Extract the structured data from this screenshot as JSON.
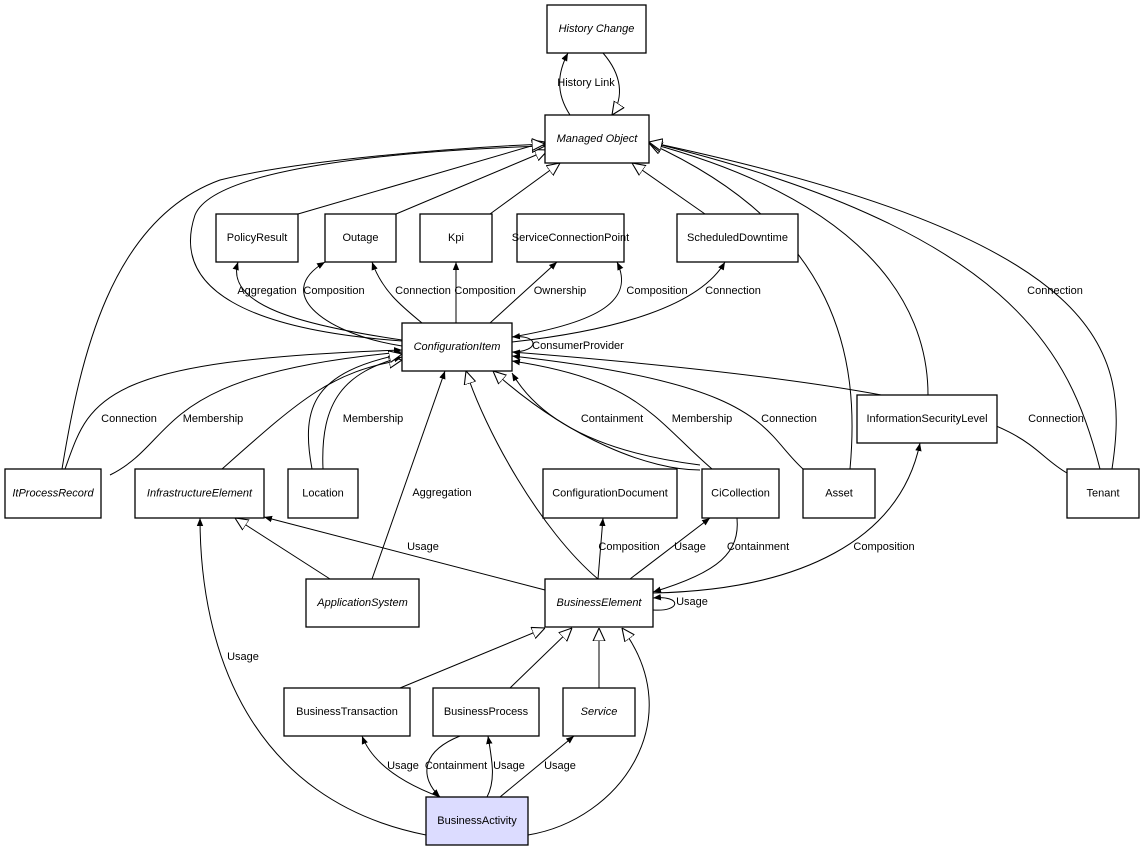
{
  "colors": {
    "highlight_fill": "#dcdcff",
    "line": "#000000",
    "box_fill": "#ffffff"
  },
  "nodes": [
    {
      "id": "HistoryChange",
      "label": "History Change",
      "italic": true
    },
    {
      "id": "ManagedObject",
      "label": "Managed Object",
      "italic": true
    },
    {
      "id": "PolicyResult",
      "label": "PolicyResult",
      "italic": false
    },
    {
      "id": "Outage",
      "label": "Outage",
      "italic": false
    },
    {
      "id": "Kpi",
      "label": "Kpi",
      "italic": false
    },
    {
      "id": "ServiceConnectionPoint",
      "label": "ServiceConnectionPoint",
      "italic": false
    },
    {
      "id": "ScheduledDowntime",
      "label": "ScheduledDowntime",
      "italic": false
    },
    {
      "id": "ConfigurationItem",
      "label": "ConfigurationItem",
      "italic": true
    },
    {
      "id": "ItProcessRecord",
      "label": "ItProcessRecord",
      "italic": true
    },
    {
      "id": "InfrastructureElement",
      "label": "InfrastructureElement",
      "italic": true
    },
    {
      "id": "Location",
      "label": "Location",
      "italic": false
    },
    {
      "id": "ConfigurationDocument",
      "label": "ConfigurationDocument",
      "italic": false
    },
    {
      "id": "CiCollection",
      "label": "CiCollection",
      "italic": false
    },
    {
      "id": "Asset",
      "label": "Asset",
      "italic": false
    },
    {
      "id": "InformationSecurityLevel",
      "label": "InformationSecurityLevel",
      "italic": false
    },
    {
      "id": "Tenant",
      "label": "Tenant",
      "italic": false
    },
    {
      "id": "ApplicationSystem",
      "label": "ApplicationSystem",
      "italic": true
    },
    {
      "id": "BusinessElement",
      "label": "BusinessElement",
      "italic": true
    },
    {
      "id": "BusinessTransaction",
      "label": "BusinessTransaction",
      "italic": false
    },
    {
      "id": "BusinessProcess",
      "label": "BusinessProcess",
      "italic": false
    },
    {
      "id": "Service",
      "label": "Service",
      "italic": true
    },
    {
      "id": "BusinessActivity",
      "label": "BusinessActivity",
      "italic": false,
      "highlighted": true
    }
  ],
  "edges": [
    {
      "from": "ManagedObject",
      "to": "HistoryChange",
      "label": "History Link",
      "kind": "association"
    },
    {
      "from": "HistoryChange",
      "to": "ManagedObject",
      "label": "",
      "kind": "generalization"
    },
    {
      "from": "PolicyResult",
      "to": "ManagedObject",
      "label": "",
      "kind": "generalization"
    },
    {
      "from": "Outage",
      "to": "ManagedObject",
      "label": "",
      "kind": "generalization"
    },
    {
      "from": "Kpi",
      "to": "ManagedObject",
      "label": "",
      "kind": "generalization"
    },
    {
      "from": "ScheduledDowntime",
      "to": "ManagedObject",
      "label": "",
      "kind": "generalization"
    },
    {
      "from": "ConfigurationItem",
      "to": "ManagedObject",
      "label": "",
      "kind": "generalization"
    },
    {
      "from": "ItProcessRecord",
      "to": "ManagedObject",
      "label": "",
      "kind": "generalization"
    },
    {
      "from": "Asset",
      "to": "ManagedObject",
      "label": "",
      "kind": "generalization"
    },
    {
      "from": "InformationSecurityLevel",
      "to": "ManagedObject",
      "label": "",
      "kind": "generalization"
    },
    {
      "from": "Tenant",
      "to": "ManagedObject",
      "label": "Connection",
      "kind": "association"
    },
    {
      "from": "Tenant",
      "to": "ManagedObject",
      "label": "",
      "kind": "generalization"
    },
    {
      "from": "ConfigurationItem",
      "to": "PolicyResult",
      "label": "Aggregation",
      "kind": "association"
    },
    {
      "from": "ConfigurationItem",
      "to": "Outage",
      "label": "Composition",
      "kind": "association"
    },
    {
      "from": "ConfigurationItem",
      "to": "Outage",
      "label": "Connection",
      "kind": "association"
    },
    {
      "from": "ConfigurationItem",
      "to": "Kpi",
      "label": "Composition",
      "kind": "association"
    },
    {
      "from": "ConfigurationItem",
      "to": "ServiceConnectionPoint",
      "label": "Ownership",
      "kind": "association"
    },
    {
      "from": "ConfigurationItem",
      "to": "ServiceConnectionPoint",
      "label": "Composition",
      "kind": "association"
    },
    {
      "from": "ConfigurationItem",
      "to": "ScheduledDowntime",
      "label": "Connection",
      "kind": "association"
    },
    {
      "from": "ConfigurationItem",
      "to": "ConfigurationItem",
      "label": "ConsumerProvider",
      "kind": "association"
    },
    {
      "from": "ItProcessRecord",
      "to": "ConfigurationItem",
      "label": "Connection",
      "kind": "association"
    },
    {
      "from": "ItProcessRecord",
      "to": "ConfigurationItem",
      "label": "Membership",
      "kind": "association"
    },
    {
      "from": "InfrastructureElement",
      "to": "ConfigurationItem",
      "label": "",
      "kind": "generalization"
    },
    {
      "from": "Location",
      "to": "ConfigurationItem",
      "label": "Membership",
      "kind": "association"
    },
    {
      "from": "Location",
      "to": "ConfigurationItem",
      "label": "",
      "kind": "generalization"
    },
    {
      "from": "ApplicationSystem",
      "to": "ConfigurationItem",
      "label": "Aggregation",
      "kind": "association"
    },
    {
      "from": "BusinessElement",
      "to": "ConfigurationItem",
      "label": "",
      "kind": "generalization"
    },
    {
      "from": "CiCollection",
      "to": "ConfigurationItem",
      "label": "",
      "kind": "generalization"
    },
    {
      "from": "CiCollection",
      "to": "ConfigurationItem",
      "label": "Containment",
      "kind": "association"
    },
    {
      "from": "CiCollection",
      "to": "ConfigurationItem",
      "label": "Membership",
      "kind": "association"
    },
    {
      "from": "Asset",
      "to": "ConfigurationItem",
      "label": "Connection",
      "kind": "association"
    },
    {
      "from": "Tenant",
      "to": "ConfigurationItem",
      "label": "Connection",
      "kind": "association"
    },
    {
      "from": "BusinessElement",
      "to": "InfrastructureElement",
      "label": "Usage",
      "kind": "association"
    },
    {
      "from": "ApplicationSystem",
      "to": "InfrastructureElement",
      "label": "",
      "kind": "generalization"
    },
    {
      "from": "BusinessElement",
      "to": "ConfigurationDocument",
      "label": "Composition",
      "kind": "association"
    },
    {
      "from": "BusinessElement",
      "to": "CiCollection",
      "label": "Usage",
      "kind": "association"
    },
    {
      "from": "CiCollection",
      "to": "BusinessElement",
      "label": "Containment",
      "kind": "association"
    },
    {
      "from": "BusinessElement",
      "to": "BusinessElement",
      "label": "Usage",
      "kind": "association"
    },
    {
      "from": "BusinessElement",
      "to": "InformationSecurityLevel",
      "label": "Composition",
      "kind": "association"
    },
    {
      "from": "BusinessTransaction",
      "to": "BusinessElement",
      "label": "",
      "kind": "generalization"
    },
    {
      "from": "BusinessProcess",
      "to": "BusinessElement",
      "label": "",
      "kind": "generalization"
    },
    {
      "from": "Service",
      "to": "BusinessElement",
      "label": "",
      "kind": "generalization"
    },
    {
      "from": "BusinessActivity",
      "to": "BusinessElement",
      "label": "",
      "kind": "generalization"
    },
    {
      "from": "BusinessActivity",
      "to": "InfrastructureElement",
      "label": "Usage",
      "kind": "association"
    },
    {
      "from": "BusinessActivity",
      "to": "BusinessTransaction",
      "label": "Usage",
      "kind": "association"
    },
    {
      "from": "BusinessProcess",
      "to": "BusinessActivity",
      "label": "Containment",
      "kind": "association"
    },
    {
      "from": "BusinessActivity",
      "to": "BusinessProcess",
      "label": "Usage",
      "kind": "association"
    },
    {
      "from": "BusinessActivity",
      "to": "Service",
      "label": "Usage",
      "kind": "association"
    }
  ]
}
